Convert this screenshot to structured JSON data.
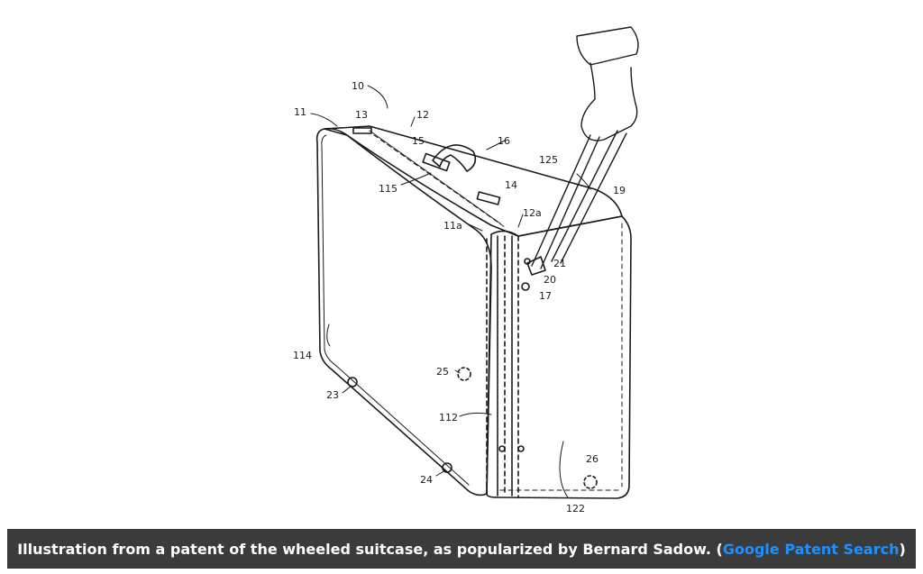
{
  "illustration": {
    "reference_numerals": [
      "10",
      "11",
      "12",
      "13",
      "15",
      "16",
      "125",
      "115",
      "14",
      "19",
      "12a",
      "11a",
      "21",
      "20",
      "17",
      "114",
      "25",
      "23",
      "112",
      "24",
      "26",
      "122"
    ]
  },
  "caption": {
    "text_before": "Illustration from a patent of the wheeled suitcase, as popularized by Bernard Sadow. (",
    "link_text": "Google Patent Search",
    "text_after": ")",
    "link_color": "#1e90ff",
    "bar_color": "#3b3b3b"
  }
}
